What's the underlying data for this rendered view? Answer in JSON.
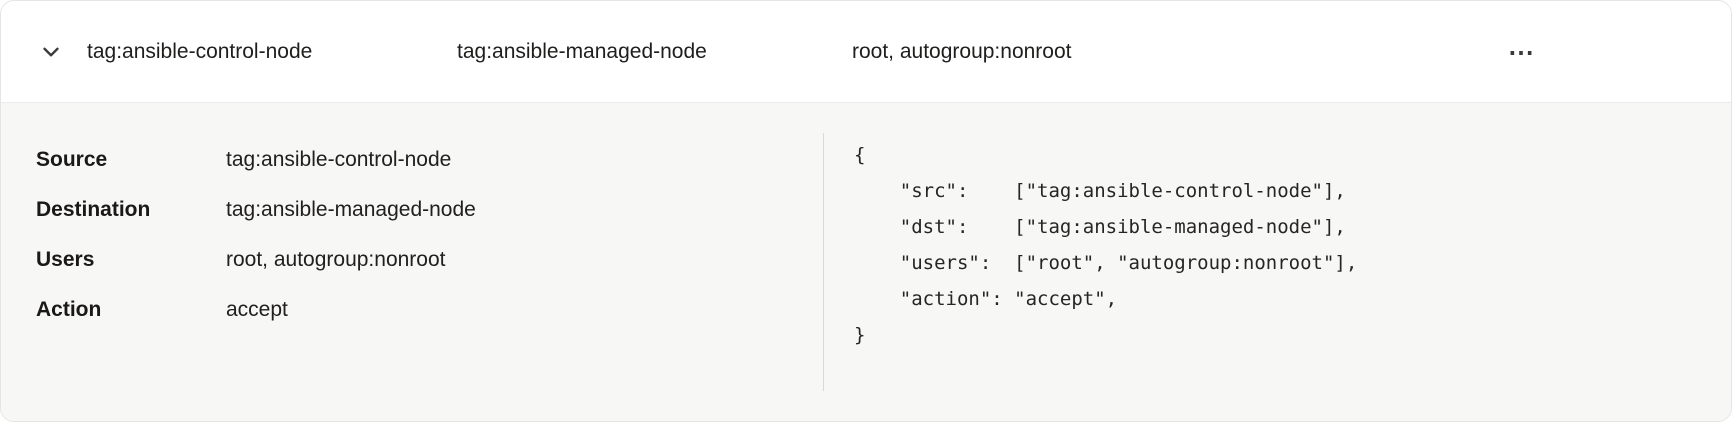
{
  "header": {
    "columns": [
      "tag:ansible-control-node",
      "tag:ansible-managed-node",
      "root, autogroup:nonroot"
    ],
    "more_icon": "⋯"
  },
  "details": {
    "fields": [
      {
        "label": "Source",
        "value": "tag:ansible-control-node"
      },
      {
        "label": "Destination",
        "value": "tag:ansible-managed-node"
      },
      {
        "label": "Users",
        "value": "root, autogroup:nonroot"
      },
      {
        "label": "Action",
        "value": "accept"
      }
    ],
    "code_lines": [
      "{",
      "    \"src\":    [\"tag:ansible-control-node\"],",
      "    \"dst\":    [\"tag:ansible-managed-node\"],",
      "    \"users\":  [\"root\", \"autogroup:nonroot\"],",
      "    \"action\": \"accept\",",
      "}"
    ]
  },
  "colors": {
    "header_bg": "#ffffff",
    "panel_bg": "#f7f7f5",
    "border": "#e5e5e3",
    "divider": "#d9d9d6",
    "text": "#1f1e1d"
  }
}
